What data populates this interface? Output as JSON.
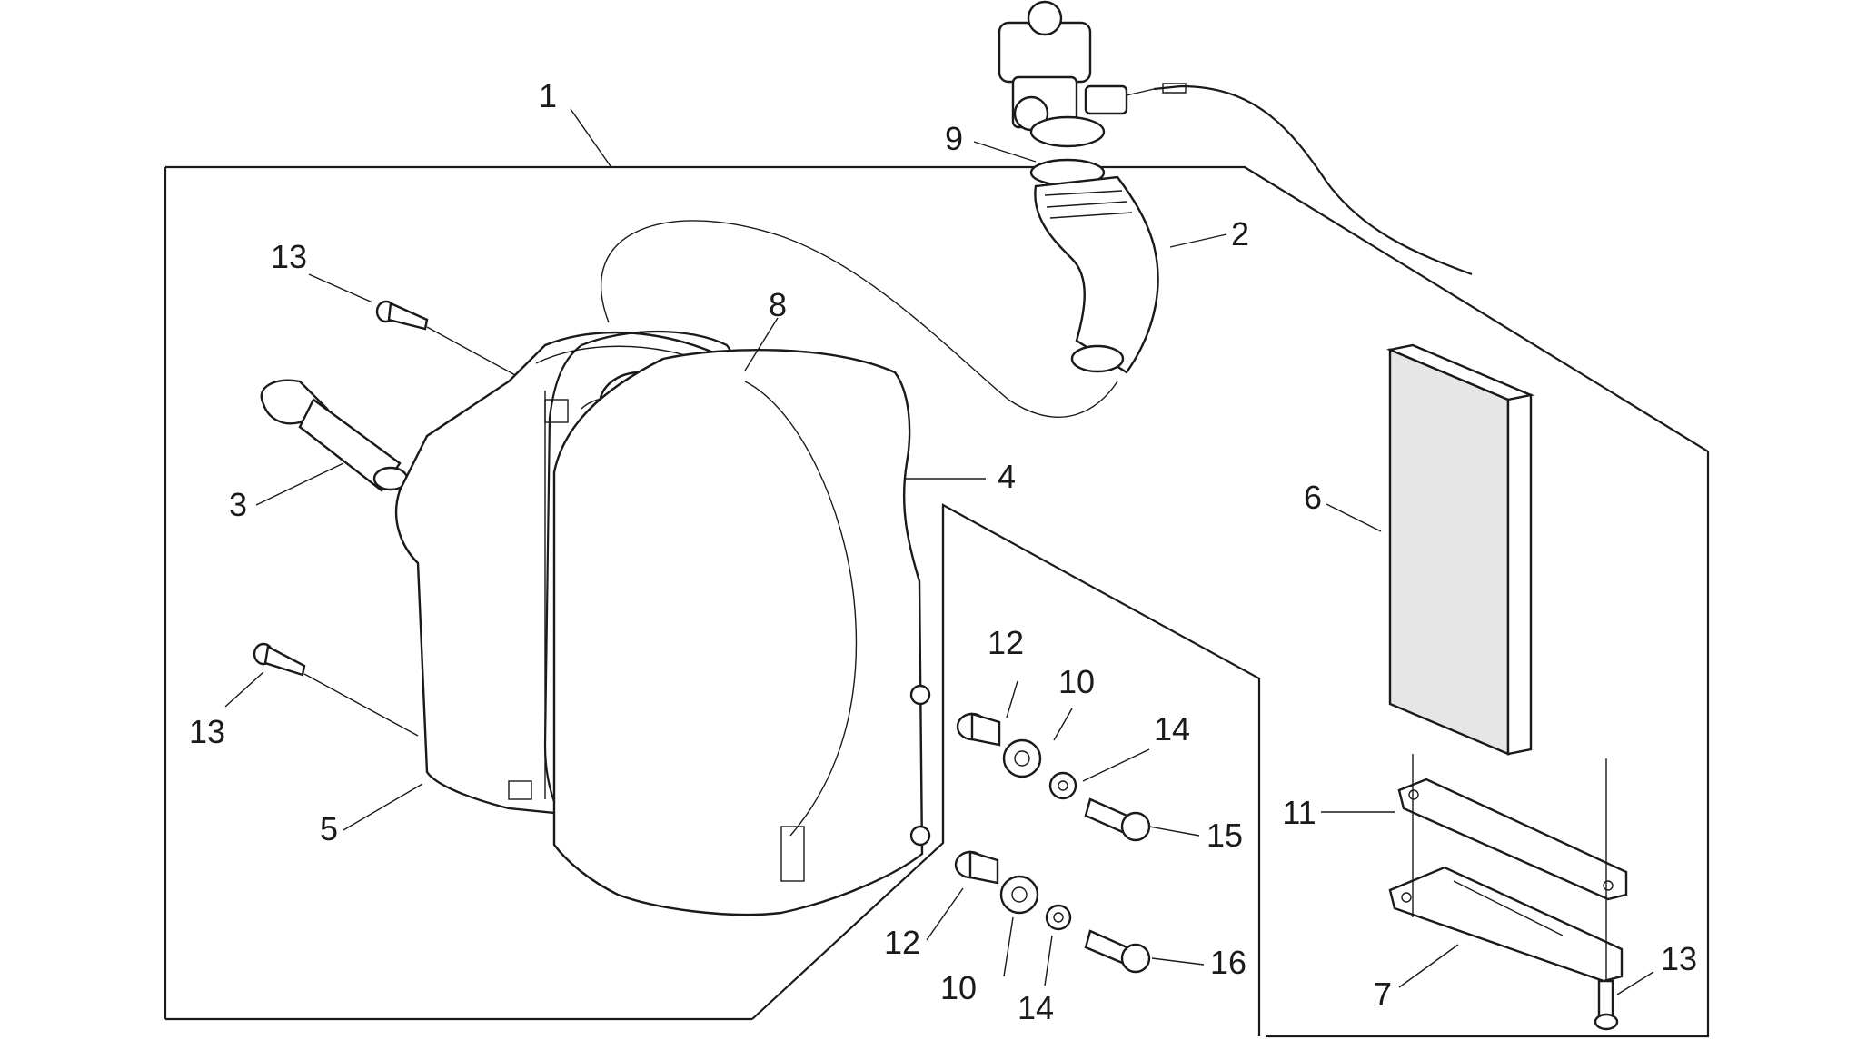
{
  "diagram": {
    "callouts": [
      {
        "id": "c1",
        "text": "1"
      },
      {
        "id": "c2",
        "text": "2"
      },
      {
        "id": "c3",
        "text": "3"
      },
      {
        "id": "c4",
        "text": "4"
      },
      {
        "id": "c5",
        "text": "5"
      },
      {
        "id": "c6",
        "text": "6"
      },
      {
        "id": "c7",
        "text": "7"
      },
      {
        "id": "c8",
        "text": "8"
      },
      {
        "id": "c9",
        "text": "9"
      },
      {
        "id": "c10a",
        "text": "10"
      },
      {
        "id": "c10b",
        "text": "10"
      },
      {
        "id": "c11",
        "text": "11"
      },
      {
        "id": "c12a",
        "text": "12"
      },
      {
        "id": "c12b",
        "text": "12"
      },
      {
        "id": "c13a",
        "text": "13"
      },
      {
        "id": "c13b",
        "text": "13"
      },
      {
        "id": "c13c",
        "text": "13"
      },
      {
        "id": "c14a",
        "text": "14"
      },
      {
        "id": "c14b",
        "text": "14"
      },
      {
        "id": "c15",
        "text": "15"
      },
      {
        "id": "c16",
        "text": "16"
      }
    ]
  },
  "colors": {
    "line": "#1a1a1a",
    "background": "#ffffff",
    "filter_fill": "#e6e6e6"
  }
}
